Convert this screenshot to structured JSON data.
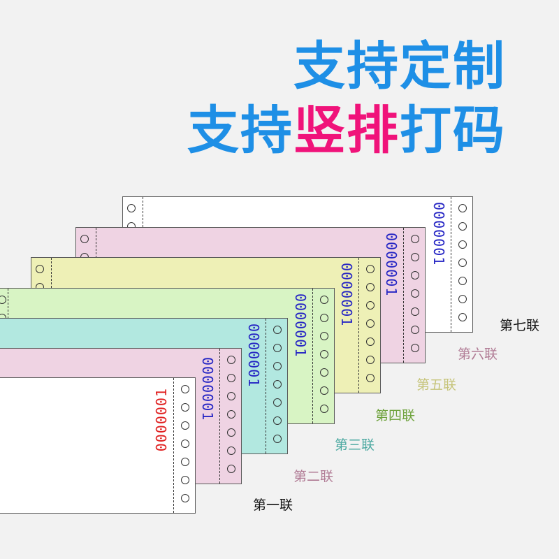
{
  "headline": {
    "line1": "支持定制",
    "line2_part1": "支持",
    "line2_accent": "竖排",
    "line2_part2": "打码",
    "color": "#1e8fe6",
    "accent_color": "#f0137a"
  },
  "sheets": [
    {
      "number": "0000001",
      "label": "第七联",
      "label_color": "#111111",
      "number_color": "#2525c4",
      "paper_color": "#ffffff"
    },
    {
      "number": "0000001",
      "label": "第六联",
      "label_color": "#b07a94",
      "number_color": "#2525c4",
      "paper_color": "#efd3e3"
    },
    {
      "number": "0000001",
      "label": "第五联",
      "label_color": "#c6c47a",
      "number_color": "#2525c4",
      "paper_color": "#eef0b6"
    },
    {
      "number": "0000001",
      "label": "第四联",
      "label_color": "#6ea23c",
      "number_color": "#2525c4",
      "paper_color": "#d8f4c4"
    },
    {
      "number": "0000001",
      "label": "第三联",
      "label_color": "#4aa8a0",
      "number_color": "#2525c4",
      "paper_color": "#b2e8e0"
    },
    {
      "number": "0000001",
      "label": "第二联",
      "label_color": "#b07a94",
      "number_color": "#2525c4",
      "paper_color": "#efd3e3"
    },
    {
      "number": "0000001",
      "label": "第一联",
      "label_color": "#111111",
      "number_color": "#e02020",
      "paper_color": "#ffffff"
    }
  ]
}
